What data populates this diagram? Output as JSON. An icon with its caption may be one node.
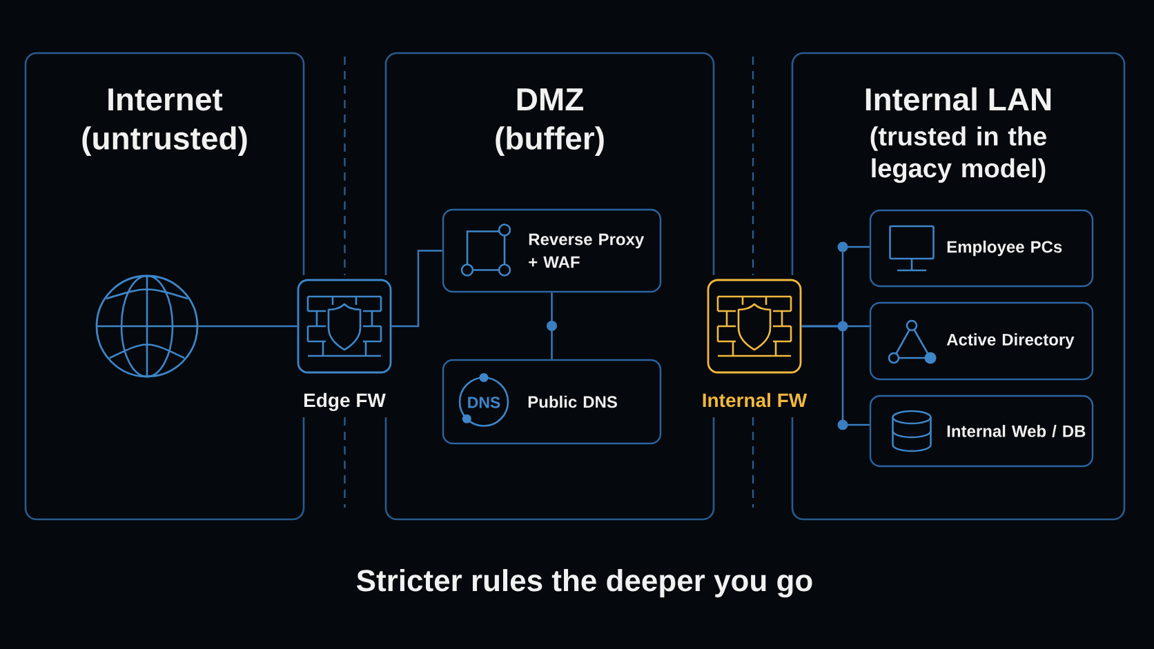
{
  "diagram": {
    "nodes": [
      {
        "text": [
          "Internet",
          "(untrusted)"
        ]
      },
      {
        "text": [],
        "shape": "globe",
        "in": 0
      },
      {
        "text": [
          "Edge FW"
        ]
      },
      {
        "text": [
          "DMZ",
          "(buffer)"
        ]
      },
      {
        "text": [
          "Reverse Proxy + WAF"
        ],
        "in": 3
      },
      {
        "text": [
          "DNS",
          "Public DNS"
        ],
        "in": 3
      },
      {
        "text": [
          "Internal FW"
        ]
      },
      {
        "text": [
          "Internal LAN",
          "(trusted in the legacy model)"
        ]
      },
      {
        "text": [
          "Employee PCs"
        ],
        "in": 7
      },
      {
        "text": [
          "Active Directory"
        ],
        "in": 7
      },
      {
        "text": [
          "Internal Web / DB"
        ],
        "in": 7
      }
    ],
    "edges": [
      {
        "from": 1,
        "to": 2,
        "arrow": "none"
      },
      {
        "from": 2,
        "to": 4,
        "arrow": "none"
      },
      {
        "from": 4,
        "to": 5,
        "arrow": "none"
      },
      {
        "from": 6,
        "to": 8,
        "arrow": "none"
      },
      {
        "from": 6,
        "to": 9,
        "arrow": "none"
      },
      {
        "from": 6,
        "to": 10,
        "arrow": "none"
      }
    ],
    "caption": "Stricter rules the deeper you go"
  }
}
